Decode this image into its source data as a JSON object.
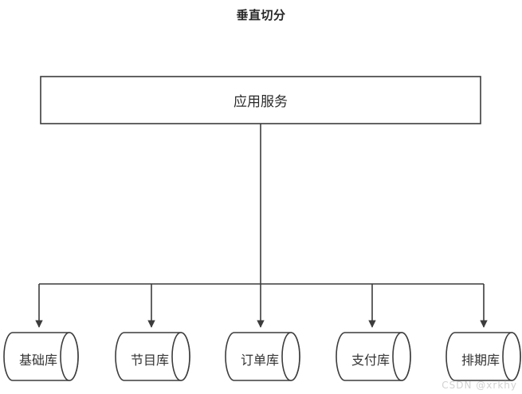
{
  "title": "垂直切分",
  "watermark": "CSDN @xrkhy",
  "colors": {
    "background": "#ffffff",
    "stroke": "#3c3c3c",
    "shape_fill": "#ffffff",
    "text": "#333333",
    "title_text": "#262626",
    "watermark_text": "#d2d2d2"
  },
  "service": {
    "label": "应用服务",
    "shape": "rectangle"
  },
  "databases": [
    {
      "label": "基础库",
      "shape": "cylinder"
    },
    {
      "label": "节目库",
      "shape": "cylinder"
    },
    {
      "label": "订单库",
      "shape": "cylinder"
    },
    {
      "label": "支付库",
      "shape": "cylinder"
    },
    {
      "label": "排期库",
      "shape": "cylinder"
    }
  ],
  "connectors": {
    "type": "tree-bus-with-arrows",
    "trunk_from": "应用服务",
    "branch_count": 5,
    "arrowheads": 5
  }
}
